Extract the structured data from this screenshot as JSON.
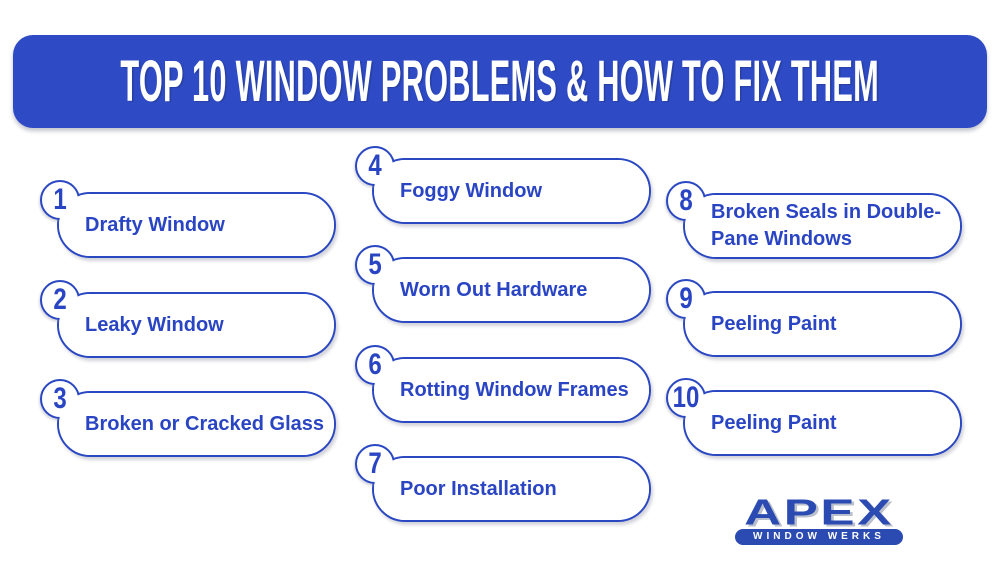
{
  "header": {
    "title": "TOP 10 WINDOW PROBLEMS & HOW TO FIX THEM"
  },
  "items": [
    {
      "num": "1",
      "label": "Drafty Window"
    },
    {
      "num": "2",
      "label": "Leaky Window"
    },
    {
      "num": "3",
      "label": "Broken or Cracked Glass"
    },
    {
      "num": "4",
      "label": "Foggy Window"
    },
    {
      "num": "5",
      "label": "Worn Out Hardware"
    },
    {
      "num": "6",
      "label": "Rotting Window Frames"
    },
    {
      "num": "7",
      "label": "Poor Installation"
    },
    {
      "num": "8",
      "label": "Broken Seals in Double-Pane Windows"
    },
    {
      "num": "9",
      "label": "Peeling Paint"
    },
    {
      "num": "10",
      "label": "Peeling Paint"
    }
  ],
  "logo": {
    "brand": "APEX",
    "tagline": "WINDOW WERKS"
  },
  "colors": {
    "background": "#ffffff",
    "header_bg": "#2e4bc5",
    "outline_blue": "#2b48c3",
    "text_blue": "#2a45c4",
    "logo_blue": "#2b4bb2"
  }
}
